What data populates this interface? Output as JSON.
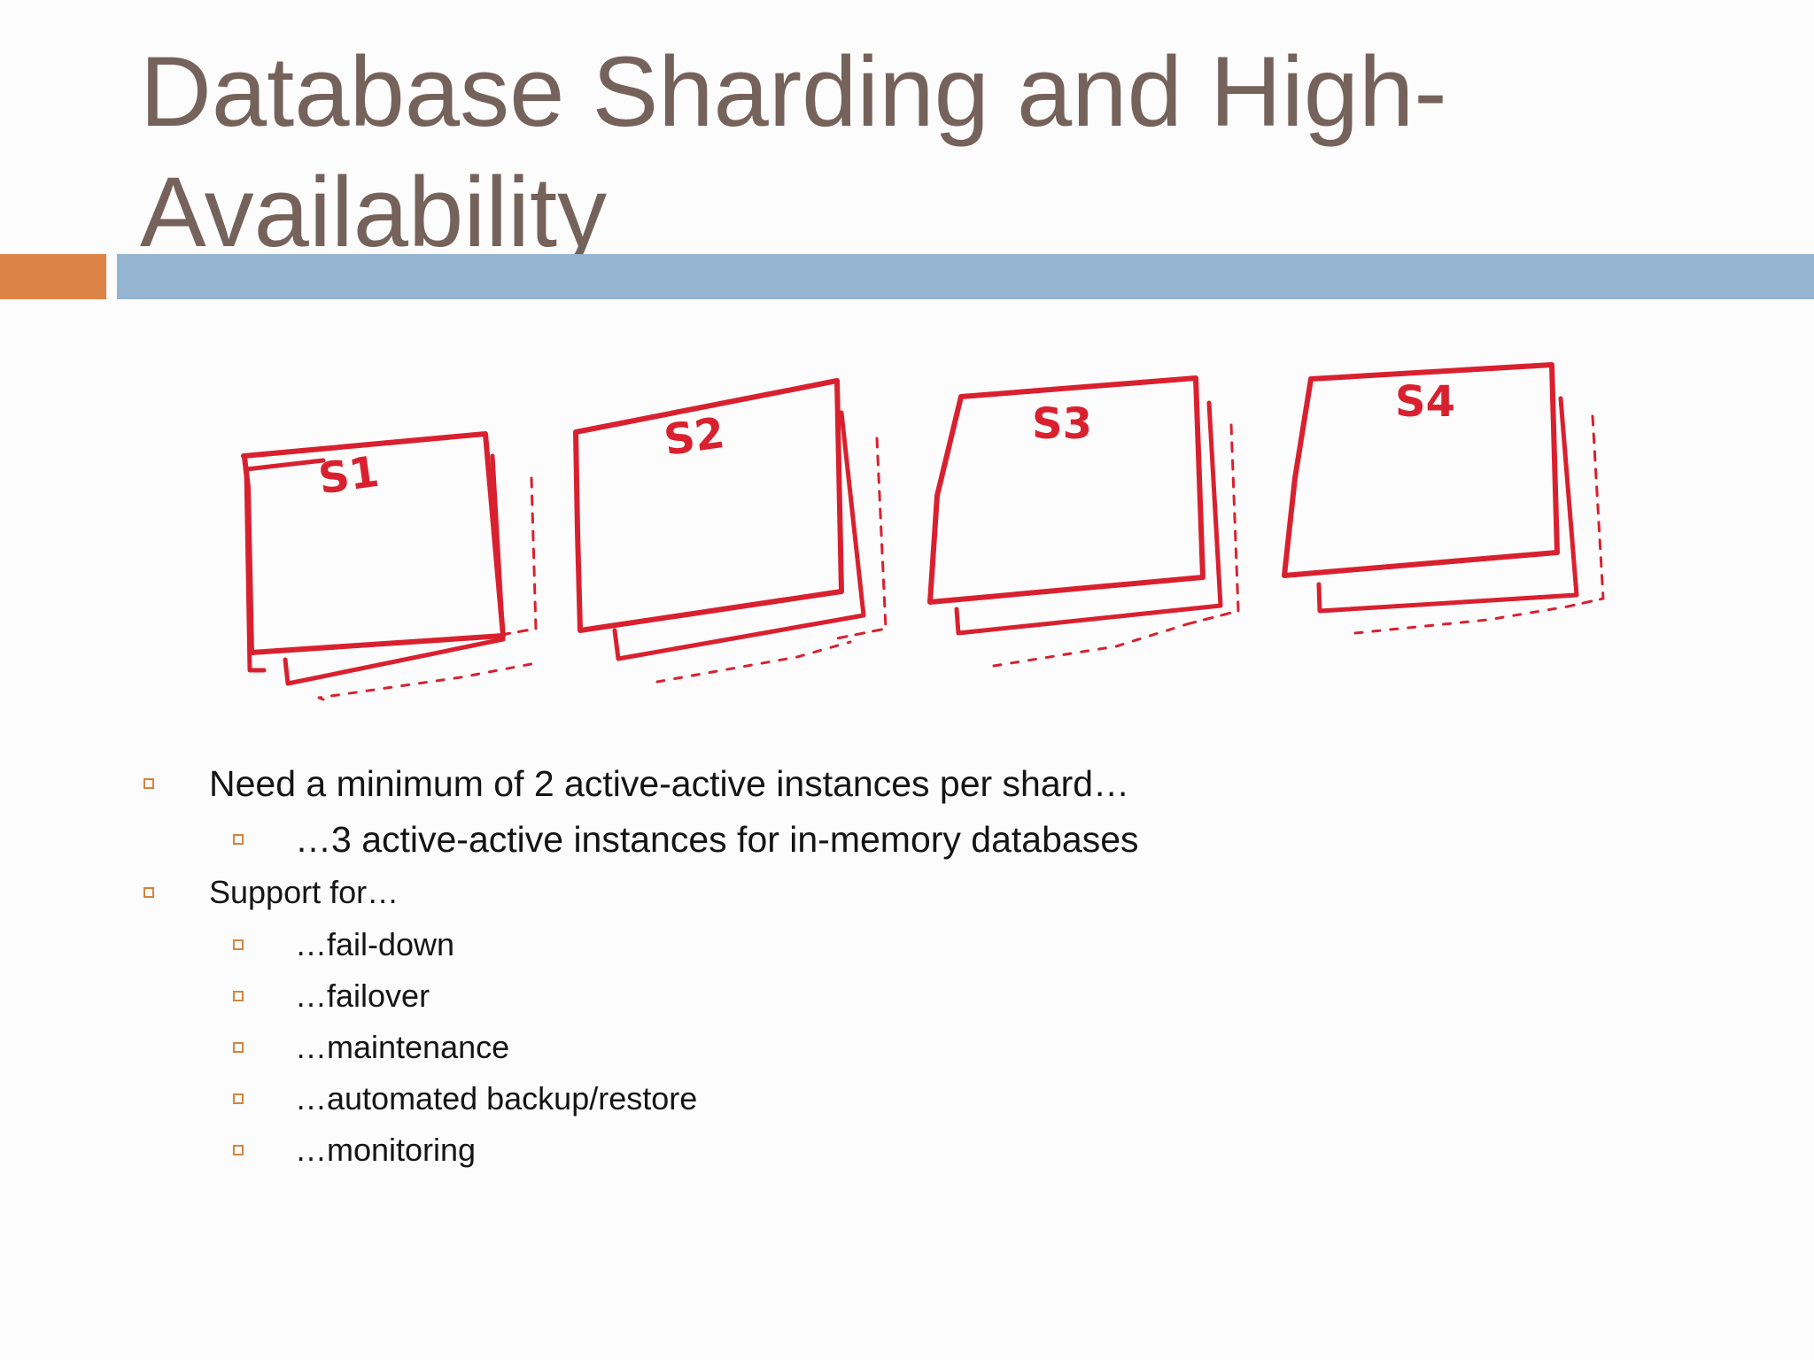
{
  "slide": {
    "title": "Database Sharding and High-Availability",
    "colors": {
      "title": "#75625a",
      "accent_orange": "#dc8445",
      "accent_blue": "#94b4d2",
      "sketch_red": "#d9202f",
      "bullet_marker": "#d5843d"
    },
    "sketch": {
      "labels": [
        "S1",
        "S2",
        "S3",
        "S4"
      ]
    },
    "bullets": [
      {
        "text": "Need a minimum of 2 active-active instances per shard…",
        "level": 1
      },
      {
        "text": "…3 active-active instances for in-memory databases",
        "level": 2
      },
      {
        "text": "Support for…",
        "level": 1
      },
      {
        "text": "…fail-down",
        "level": 2
      },
      {
        "text": "…failover",
        "level": 2
      },
      {
        "text": "…maintenance",
        "level": 2
      },
      {
        "text": "…automated backup/restore",
        "level": 2
      },
      {
        "text": "…monitoring",
        "level": 2
      }
    ]
  }
}
